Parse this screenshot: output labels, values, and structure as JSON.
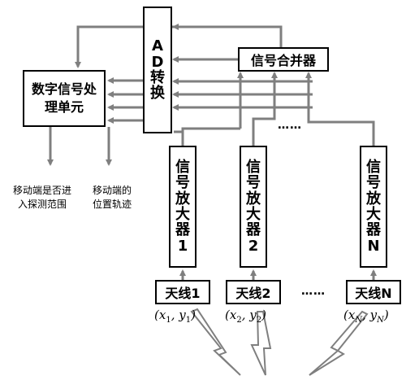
{
  "ad_converter": {
    "chars": [
      "A",
      "D",
      "转",
      "换"
    ]
  },
  "signal_merger": {
    "label": "信号合并器"
  },
  "dsp_unit": {
    "line1": "数字信号处",
    "line2": "理单元"
  },
  "outputs": {
    "detection": {
      "line1": "移动端是否进",
      "line2": "入探测范围"
    },
    "trajectory": {
      "line1": "移动端的",
      "line2": "位置轨迹"
    }
  },
  "amplifiers": [
    {
      "chars": [
        "信",
        "号",
        "放",
        "大",
        "器",
        "1"
      ]
    },
    {
      "chars": [
        "信",
        "号",
        "放",
        "大",
        "器",
        "2"
      ]
    },
    {
      "chars": [
        "信",
        "号",
        "放",
        "大",
        "器",
        "N"
      ]
    }
  ],
  "antennas": [
    {
      "label": "天线1",
      "coord_x": "x",
      "coord_x_sub": "1",
      "coord_y": "y",
      "coord_y_sub": "1"
    },
    {
      "label": "天线2",
      "coord_x": "x",
      "coord_x_sub": "2",
      "coord_y": "y",
      "coord_y_sub": "2"
    },
    {
      "label": "天线N",
      "coord_x": "x",
      "coord_x_sub": "N",
      "coord_y": "y",
      "coord_y_sub": "N"
    }
  ],
  "ellipsis": {
    "top": "……",
    "bottom": "……"
  },
  "colors": {
    "connector": "#7f7f7f",
    "border": "#000000",
    "text": "#000000"
  }
}
